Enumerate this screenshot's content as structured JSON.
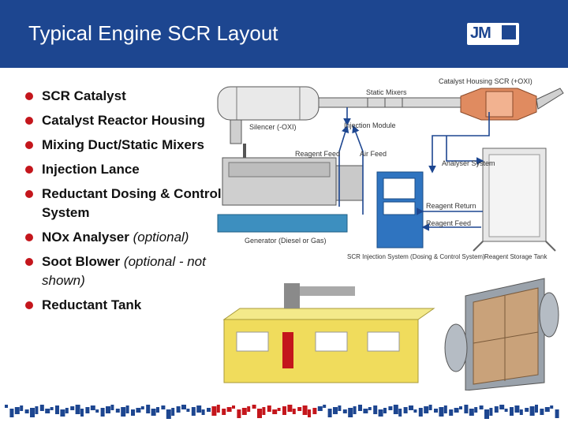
{
  "slide": {
    "title": "Typical Engine SCR Layout",
    "logo": "JM"
  },
  "bullets": [
    {
      "text": "SCR Catalyst"
    },
    {
      "text": "Catalyst Reactor Housing"
    },
    {
      "text": "Mixing Duct/Static Mixers"
    },
    {
      "text": "Injection Lance"
    },
    {
      "text": "Reductant Dosing & Control System"
    },
    {
      "text": "NOx Analyser ",
      "note": "(optional)"
    },
    {
      "text": "Soot Blower ",
      "note": "(optional - not shown)"
    },
    {
      "text": "Reductant Tank"
    }
  ],
  "diagram": {
    "catalyst_housing": "Catalyst Housing SCR (+OXI)",
    "static_mixers": "Static Mixers",
    "silencer": "Silencer (-OXI)",
    "injection_module": "Injection Module",
    "reagent_feed_top": "Reagent Feed",
    "air_feed": "Air Feed",
    "analyser_system": "Analyser System",
    "reagent_return": "Reagent Return",
    "reagent_feed_bottom": "Reagent Feed",
    "generator": "Generator (Diesel or Gas)",
    "scr_injection": "SCR Injection System (Dosing & Control System)",
    "reagent_tank": "Reagent Storage Tank"
  },
  "colors": {
    "header": "#1d4690",
    "bullet": "#c4161c",
    "arrow": "#1d4690",
    "catalyst": "#e08b60",
    "control_box": "#2f74c0",
    "generator_base": "#3d8fbf"
  }
}
